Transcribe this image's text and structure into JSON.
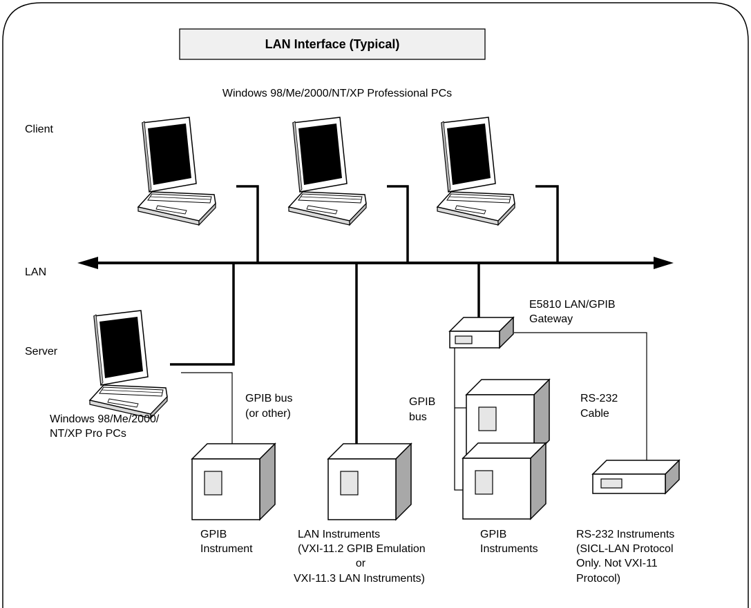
{
  "title": "LAN Interface (Typical)",
  "client_pcs_label": "Windows 98/Me/2000/NT/XP Professional PCs",
  "row_labels": {
    "client": "Client",
    "lan": "LAN",
    "server": "Server"
  },
  "server_pcs_label": [
    "Windows 98/Me/2000/",
    "NT/XP Pro PCs"
  ],
  "gpib_bus_other_label": [
    "GPIB bus",
    "(or other)"
  ],
  "gpib_bus_label": [
    "GPIB",
    "bus"
  ],
  "gateway_label": [
    "E5810 LAN/GPIB",
    "Gateway"
  ],
  "rs232_cable_label": [
    "RS-232",
    "Cable"
  ],
  "gpib_instrument_label": [
    "GPIB",
    "Instrument"
  ],
  "lan_instruments_label": [
    "LAN Instruments",
    "(VXI-11.2 GPIB Emulation",
    "or",
    "VXI-11.3 LAN Instruments)"
  ],
  "gpib_instruments_label": [
    "GPIB",
    "Instruments"
  ],
  "rs232_instruments_label": [
    "RS-232 Instruments",
    "(SICL-LAN Protocol",
    "Only. Not VXI-11",
    "Protocol)"
  ],
  "colors": {
    "title_box_fill": "#f0f0f0",
    "box_side": "#a8a8a8",
    "box_front": "#ffffff",
    "panel": "#e6e6e6",
    "screen": "#000000",
    "line": "#000000"
  }
}
